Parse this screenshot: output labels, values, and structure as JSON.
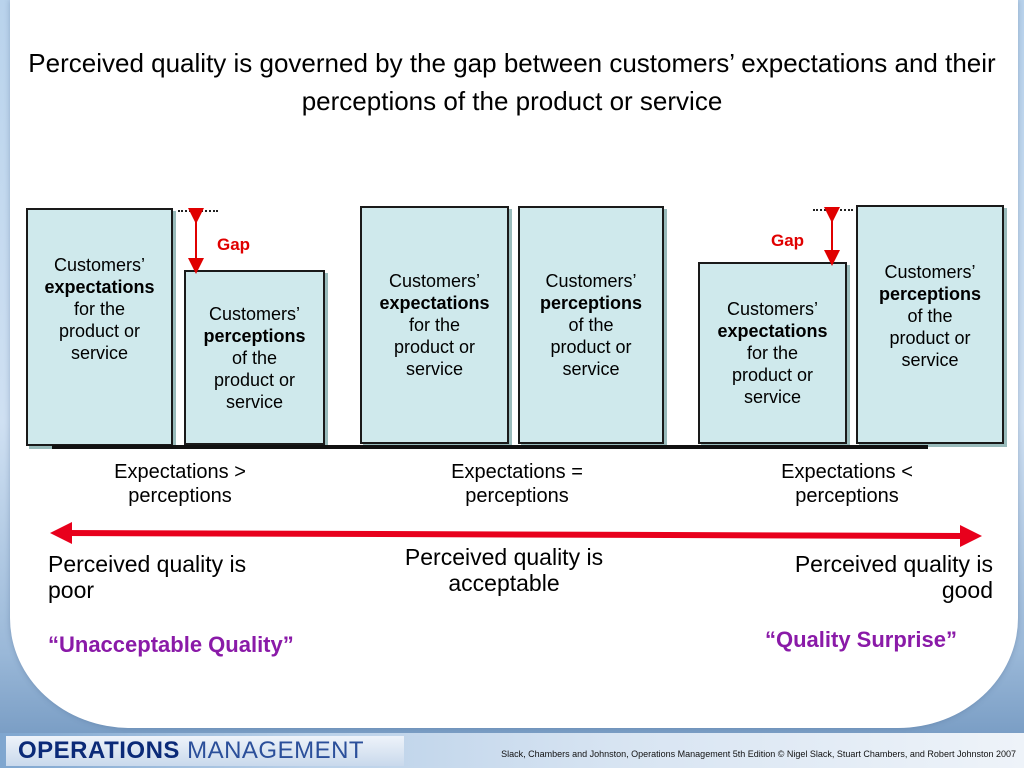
{
  "title": "Perceived quality is governed by the gap between customers’ expectations and their perceptions of the product or service",
  "boxes": {
    "b1": {
      "line1": "Customers’",
      "bold": "expectations",
      "line3": "for the",
      "line4": "product or",
      "line5": "service"
    },
    "b2": {
      "line1": "Customers’",
      "bold": "perceptions",
      "line3": "of the",
      "line4": "product or",
      "line5": "service"
    },
    "b3": {
      "line1": "Customers’",
      "bold": "expectations",
      "line3": "for the",
      "line4": "product or",
      "line5": "service"
    },
    "b4": {
      "line1": "Customers’",
      "bold": "perceptions",
      "line3": "of the",
      "line4": "product or",
      "line5": "service"
    },
    "b5": {
      "line1": "Customers’",
      "bold": "expectations",
      "line3": "for the",
      "line4": "product or",
      "line5": "service"
    },
    "b6": {
      "line1": "Customers’",
      "bold": "perceptions",
      "line3": "of the",
      "line4": "product or",
      "line5": "service"
    }
  },
  "gap_left": "Gap",
  "gap_right": "Gap",
  "comparisons": {
    "left": {
      "l1": "Expectations >",
      "l2": "perceptions"
    },
    "middle": {
      "l1": "Expectations =",
      "l2": "perceptions"
    },
    "right": {
      "l1": "Expectations <",
      "l2": "perceptions"
    }
  },
  "quality": {
    "poor": {
      "l1": "Perceived quality is",
      "l2": "poor"
    },
    "acceptable": {
      "l1": "Perceived quality is",
      "l2": "acceptable"
    },
    "good": {
      "l1": "Perceived quality is",
      "l2": "good"
    }
  },
  "quotes": {
    "left": "“Unacceptable Quality”",
    "right": "“Quality Surprise”"
  },
  "footer": {
    "logo_bold": "OPERATIONS",
    "logo_light": "MANAGEMENT",
    "credit": "Slack, Chambers and Johnston, Operations Management 5th Edition © Nigel Slack, Stuart Chambers, and Robert Johnston 2007"
  },
  "colors": {
    "arrow": "#e8001c",
    "gap": "#e00000",
    "quote": "#8a1aa8",
    "box_fill": "#cfe9ec"
  }
}
